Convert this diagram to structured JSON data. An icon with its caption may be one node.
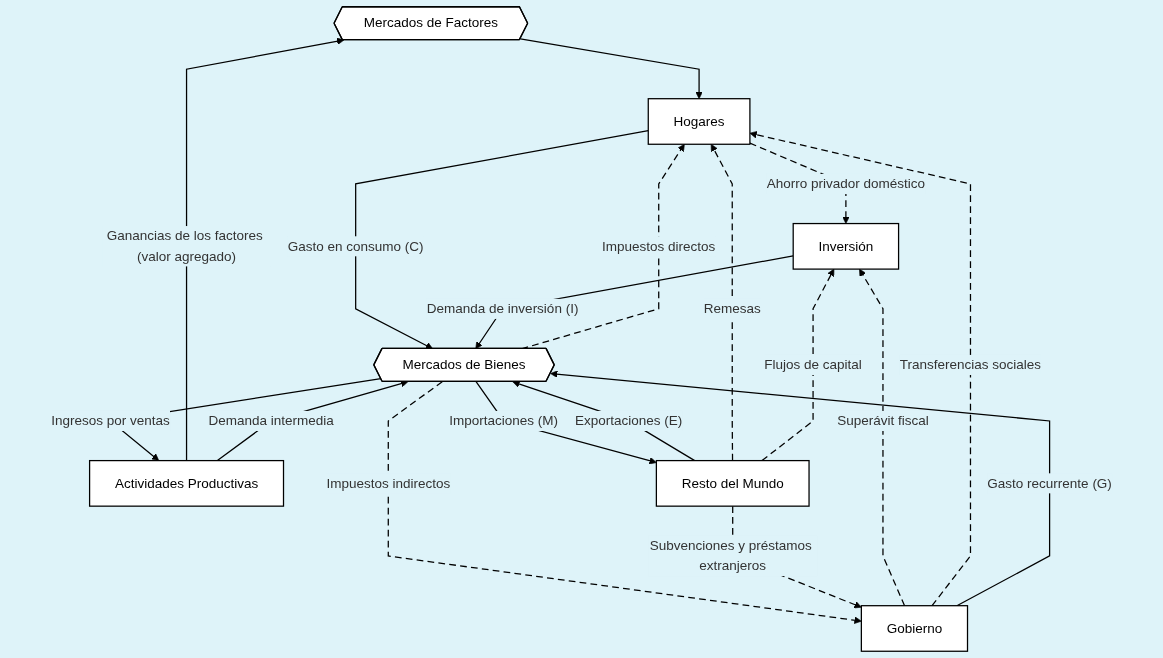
{
  "diagram": {
    "nodes": [
      {
        "text": [
          "Mercados de Factores"
        ]
      },
      {
        "text": [
          "Actividades Productivas"
        ]
      },
      {
        "text": [
          "Hogares"
        ]
      },
      {
        "text": [
          "Gobierno"
        ]
      },
      {
        "text": [
          "Inversión"
        ]
      },
      {
        "text": [
          "Mercados de Bienes"
        ]
      },
      {
        "text": [
          "Resto del Mundo"
        ]
      }
    ],
    "edges": [
      {
        "from": 1,
        "to": 0,
        "arrow": "to",
        "label": "Ganancias de los factores (valor agregado)"
      },
      {
        "from": 0,
        "to": 2,
        "arrow": "to"
      },
      {
        "from": 2,
        "to": 4,
        "arrow": "to",
        "style": "dashed",
        "label": "Ahorro privador doméstico"
      },
      {
        "from": 5,
        "to": 3,
        "arrow": "to",
        "style": "dashed",
        "label": "Impuestos indirectos"
      },
      {
        "from": 5,
        "to": 2,
        "arrow": "to",
        "style": "dashed",
        "label": "Impuestos directos"
      },
      {
        "from": 3,
        "to": 4,
        "arrow": "to",
        "style": "dashed",
        "label": "Superávit fiscal"
      },
      {
        "from": 3,
        "to": 2,
        "arrow": "to",
        "style": "dashed",
        "label": "Transferencias sociales"
      },
      {
        "from": 1,
        "to": 5,
        "arrow": "to",
        "label": "Demanda intermedia"
      },
      {
        "from": 5,
        "to": 1,
        "arrow": "to",
        "label": "Ingresos por ventas"
      },
      {
        "from": 2,
        "to": 5,
        "arrow": "to",
        "label": "Gasto en consumo (C)"
      },
      {
        "from": 3,
        "to": 5,
        "arrow": "to",
        "label": "Gasto recurrente (G)"
      },
      {
        "from": 4,
        "to": 5,
        "arrow": "to",
        "label": "Demanda de inversión (I)"
      },
      {
        "from": 6,
        "to": 5,
        "arrow": "to",
        "label": "Exportaciones (E)"
      },
      {
        "from": 5,
        "to": 6,
        "arrow": "to",
        "label": "Importaciones (M)"
      },
      {
        "from": 6,
        "to": 2,
        "arrow": "to",
        "style": "dashed",
        "label": "Remesas"
      },
      {
        "from": 6,
        "to": 3,
        "arrow": "to",
        "style": "dashed",
        "label": "Subvenciones y préstamos extranjeros"
      },
      {
        "from": 6,
        "to": 4,
        "arrow": "to",
        "style": "dashed",
        "label": "Flujos de capital"
      }
    ]
  }
}
